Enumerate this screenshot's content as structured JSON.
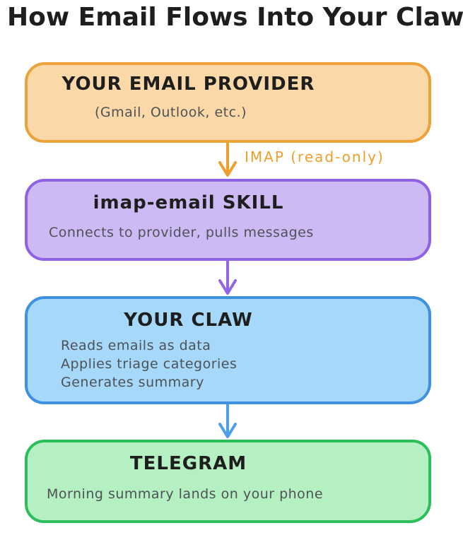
{
  "page": {
    "title": "How Email Flows Into Your Claw",
    "background": "#ffffff"
  },
  "text_colors": {
    "title": "#1e1e1e",
    "body": "#4e5256"
  },
  "diagram": {
    "nodes": [
      {
        "id": "email-provider",
        "title": "YOUR EMAIL PROVIDER",
        "subtitle": "(Gmail, Outlook, etc.)",
        "fill": "#FAD8A8",
        "border": "#ECA23A"
      },
      {
        "id": "imap-email-skill",
        "title": "imap-email SKILL",
        "subtitle": "Connects to provider, pulls messages",
        "fill": "#CDBAF4",
        "border": "#8E62E4"
      },
      {
        "id": "your-claw",
        "title": "YOUR CLAW",
        "lines": [
          "Reads emails as data",
          "Applies triage categories",
          "Generates summary"
        ],
        "fill": "#A6D8F9",
        "border": "#3F90DF"
      },
      {
        "id": "telegram",
        "title": "TELEGRAM",
        "subtitle": "Morning summary lands on your phone",
        "fill": "#B4F0C1",
        "border": "#2BBE59"
      }
    ],
    "arrows": [
      {
        "from": "email-provider",
        "to": "imap-email-skill",
        "color": "#F09E2B",
        "label": "IMAP (read-only)"
      },
      {
        "from": "imap-email-skill",
        "to": "your-claw",
        "color": "#9164EA",
        "label": ""
      },
      {
        "from": "your-claw",
        "to": "telegram",
        "color": "#4D9EEB",
        "label": ""
      }
    ]
  }
}
